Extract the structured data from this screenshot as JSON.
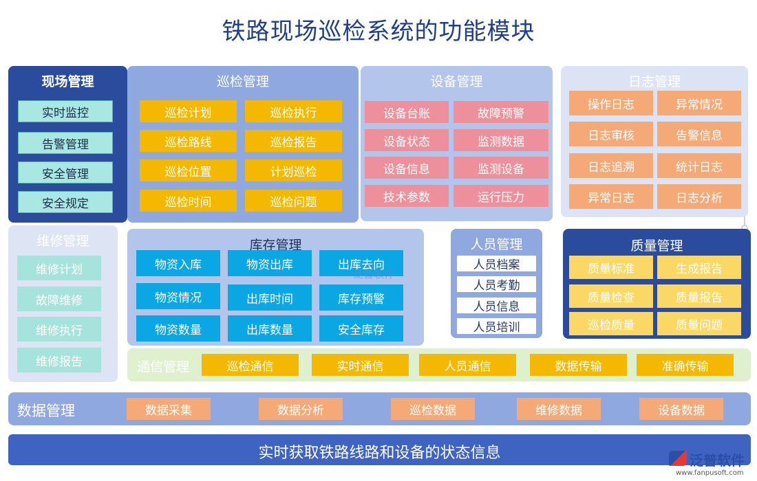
{
  "title": "铁路现场巡检系统的功能模块",
  "site": {
    "title": "现场管理",
    "items": [
      "实时监控",
      "告警管理",
      "安全管理",
      "安全规定"
    ]
  },
  "inspection": {
    "title": "巡检管理",
    "items": [
      "巡检计划",
      "巡检执行",
      "巡检路线",
      "巡检报告",
      "巡检位置",
      "计划巡检",
      "巡检时间",
      "巡检问题"
    ]
  },
  "device": {
    "title": "设备管理",
    "items": [
      "设备台账",
      "故障预警",
      "设备状态",
      "监测数据",
      "设备信息",
      "监测设备",
      "技术参数",
      "运行压力"
    ]
  },
  "log": {
    "title": "日志管理",
    "items": [
      "操作日志",
      "异常情况",
      "日志审核",
      "告警信息",
      "日志追溯",
      "统计日志",
      "异常日志",
      "日志分析"
    ]
  },
  "maintenance": {
    "title": "维修管理",
    "items": [
      "维修计划",
      "故障维修",
      "维修执行",
      "维修报告"
    ]
  },
  "inventory": {
    "title": "库存管理",
    "items": [
      "物资入库",
      "物资出库",
      "出库去向",
      "物资情况",
      "出库时间",
      "库存预警",
      "物资数量",
      "出库数量",
      "安全库存"
    ]
  },
  "personnel": {
    "title": "人员管理",
    "items": [
      "人员档案",
      "人员考勤",
      "人员信息",
      "人员培训"
    ]
  },
  "quality": {
    "title": "质量管理",
    "items": [
      "质量标准",
      "生成报告",
      "质量检查",
      "质量报告",
      "巡检质量",
      "质量问题"
    ]
  },
  "communication": {
    "title": "通信管理",
    "items": [
      "巡检通信",
      "实时通信",
      "人员通信",
      "数据传输",
      "准确传输"
    ]
  },
  "data_mgmt": {
    "title": "数据管理",
    "items": [
      "数据采集",
      "数据分析",
      "巡检数据",
      "维修数据",
      "设备数据"
    ]
  },
  "footer": {
    "text": "实时获取铁路线路和设备的状态信息"
  },
  "watermark": {
    "text": "泛普软件"
  },
  "logo": {
    "name": "泛普软件",
    "url": "www.fanpusoft.com"
  },
  "colors": {
    "title": "#1f3f86",
    "dark_blue": "#2b4b9c",
    "mid_blue": "#8fa8df",
    "light_blue": "#b3c5ea",
    "pale_blue": "#dbe3f5",
    "yellow": "#f5b800",
    "pink": "#ee909b",
    "orange": "#f4a976",
    "cyan": "#0aa7e4",
    "mint": "#a6e3dc",
    "green_bg": "#dff0cf",
    "footer": "#3f63c0"
  }
}
